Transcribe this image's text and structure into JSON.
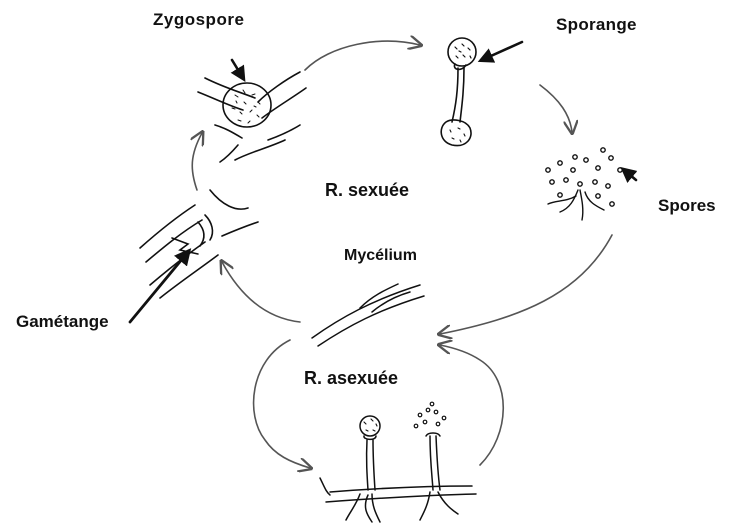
{
  "labels": {
    "zygospore": "Zygospore",
    "sporange": "Sporange",
    "spores": "Spores",
    "sexual_reproduction": "R. sexuée",
    "mycelium": "Mycélium",
    "gametange": "Gamétange",
    "asexual_reproduction": "R. asexuée"
  },
  "colors": {
    "stroke": "#111111",
    "arrow": "#555555",
    "background": "#ffffff"
  }
}
